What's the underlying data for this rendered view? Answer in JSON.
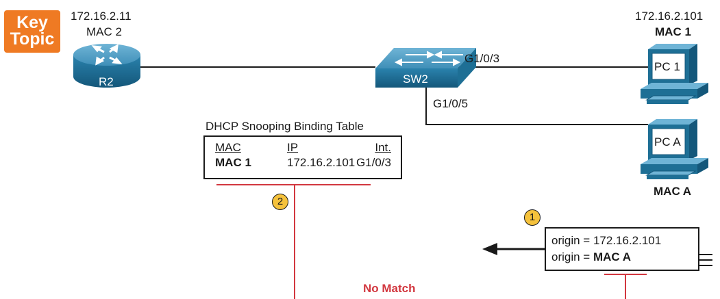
{
  "badge": {
    "line1": "Key",
    "line2": "Topic"
  },
  "router": {
    "name": "R2",
    "ip": "172.16.2.11",
    "mac": "MAC 2"
  },
  "switch": {
    "name": "SW2",
    "port_pc1": "G1/0/3",
    "port_pca": "G1/0/5"
  },
  "pc1": {
    "name": "PC 1",
    "ip": "172.16.2.101",
    "mac": "MAC 1"
  },
  "pca": {
    "name": "PC A",
    "mac": "MAC A"
  },
  "binding_table": {
    "title": "DHCP Snooping Binding Table",
    "headers": {
      "mac": "MAC",
      "ip": "IP",
      "int": "Int."
    },
    "row": {
      "mac": "MAC 1",
      "ip": "172.16.2.101",
      "int": "G1/0/3"
    }
  },
  "packet": {
    "line1_prefix": "origin = ",
    "line1_value": "172.16.2.101",
    "line2_prefix": "origin = ",
    "line2_value": "MAC A"
  },
  "steps": {
    "one": "1",
    "two": "2"
  },
  "result": "No Match",
  "colors": {
    "accent": "#ef7a23",
    "device": "#1e6f95",
    "alert": "#d2373f",
    "marker": "#f5c23c"
  }
}
